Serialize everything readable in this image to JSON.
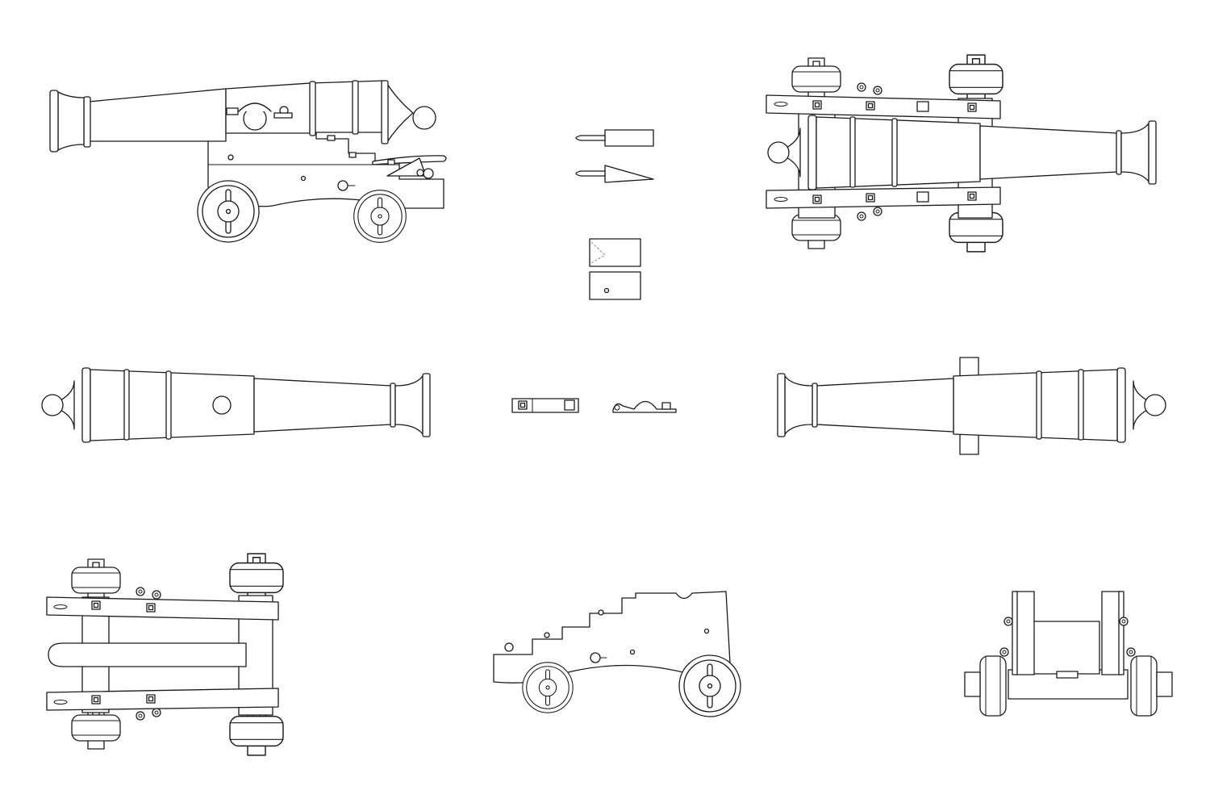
{
  "diagram": {
    "stroke_color": "#1a1a1a",
    "background": "#ffffff",
    "views": [
      "cannon-side-elevation",
      "cannon-top-plan",
      "barrel-side-view-left",
      "barrel-side-view-right",
      "carriage-top-plan",
      "carriage-side-elevation",
      "carriage-rear-view",
      "quoin-wedge-detail",
      "bed-block-detail",
      "capsquare-detail"
    ]
  }
}
